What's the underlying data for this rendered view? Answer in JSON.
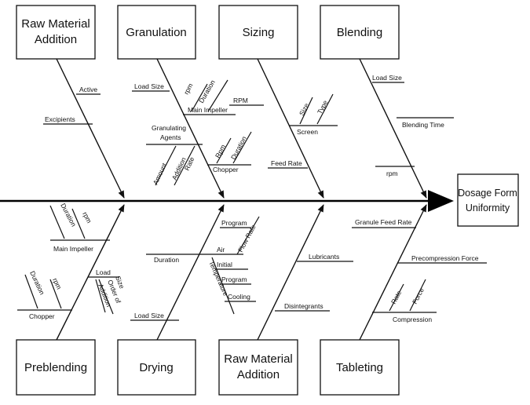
{
  "effect": {
    "line1": "Dosage Form",
    "line2": "Uniformity"
  },
  "categories": {
    "raw_material_top": {
      "line1": "Raw Material",
      "line2": "Addition"
    },
    "granulation": "Granulation",
    "sizing": "Sizing",
    "blending": "Blending",
    "preblending": "Preblending",
    "drying": "Drying",
    "raw_material_bottom": {
      "line1": "Raw Material",
      "line2": "Addition"
    },
    "tableting": "Tableting"
  },
  "labels": {
    "active": "Active",
    "excipients": "Excipients",
    "gran_load_size": "Load Size",
    "gran_rpm": "rpm",
    "gran_duration": "Duration",
    "main_impeller": "Main Impeller",
    "granulating": "Granulating",
    "agents": "Agents",
    "amount": "Amount",
    "addition_rate": "Addition",
    "addition_rate2": "Rate",
    "chopper_rpm": "Rpm",
    "chopper_duration": "Duration",
    "chopper": "Chopper",
    "sizing_rpm": "RPM",
    "size": "Size",
    "type": "Type",
    "screen": "Screen",
    "feed_rate": "Feed Rate",
    "blend_load_size": "Load Size",
    "blending_time": "Blending Time",
    "blend_rpm": "rpm",
    "pre_duration": "Duration",
    "pre_rpm": "rpm",
    "pre_main_impeller": "Main Impeller",
    "pre_load": "Load",
    "pre_size": "Size",
    "order_of": "Order of",
    "addition": "Addition",
    "pre_chopper_duration": "Duration",
    "pre_chopper_rpm": "rpm",
    "pre_chopper": "Chopper",
    "program": "Program",
    "flow_rate": "Flow Rate",
    "air": "Air",
    "dry_duration": "Duration",
    "initial": "Initial",
    "temperature": "Temperature",
    "program2": "Program",
    "cooling": "Cooling",
    "dry_load_size": "Load Size",
    "lubricants": "Lubricants",
    "disintegrants": "Disintegrants",
    "granule_feed_rate": "Granule Feed Rate",
    "precompression_force": "Precompression Force",
    "tab_rate": "Rate",
    "tab_force": "Force",
    "compression": "Compression"
  }
}
